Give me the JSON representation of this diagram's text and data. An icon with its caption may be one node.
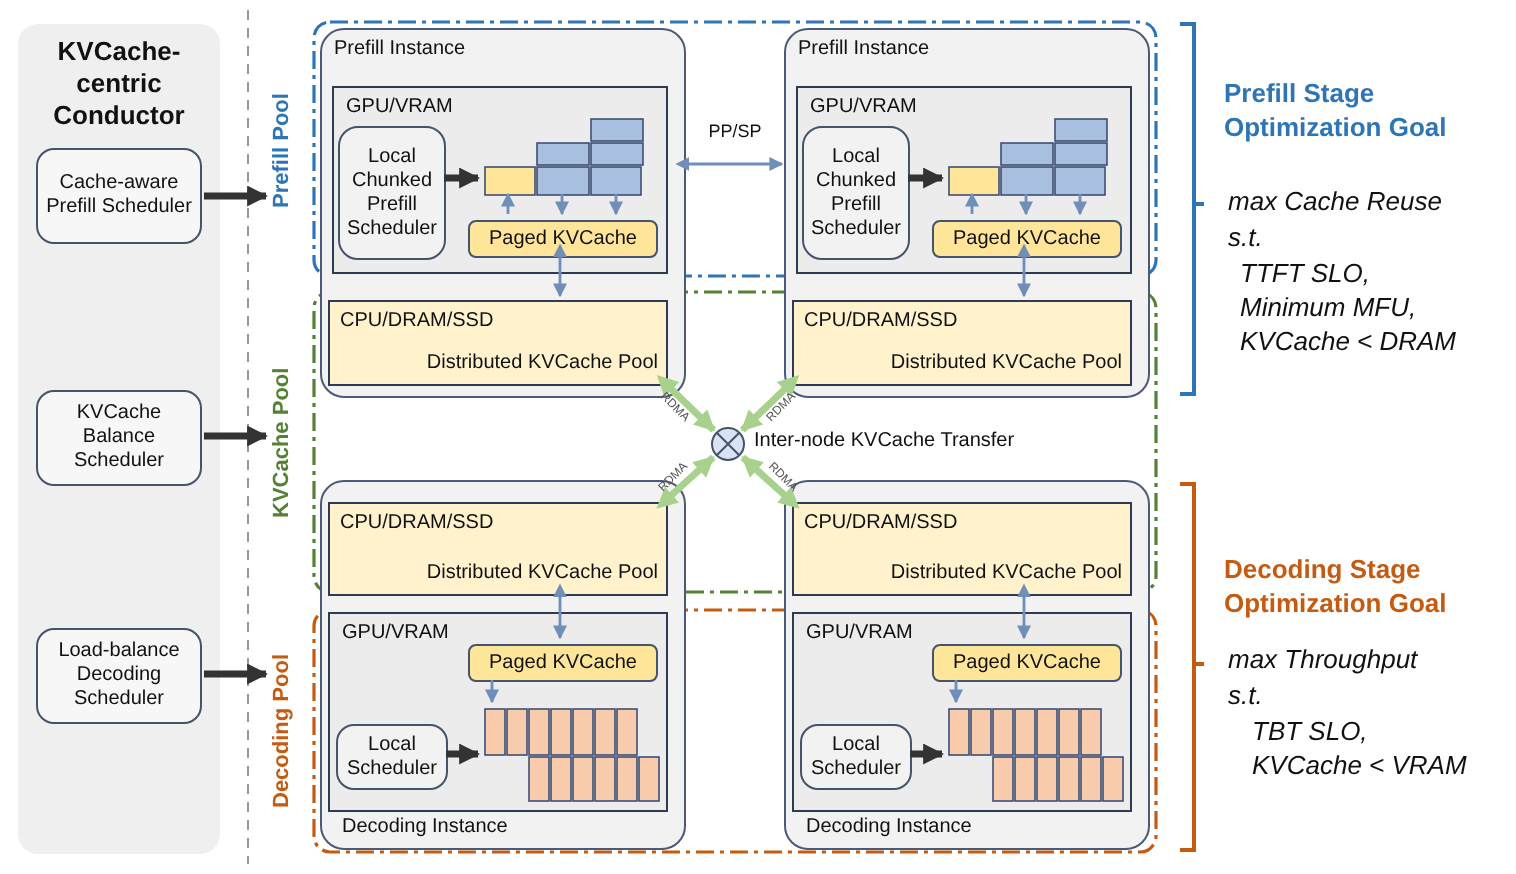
{
  "diagram": {
    "nodes": [
      {
        "text": [
          "KVCache-centric Conductor"
        ]
      },
      {
        "text": [
          "Cache-aware Prefill Scheduler"
        ],
        "in": 0
      },
      {
        "text": [
          "KVCache Balance Scheduler"
        ],
        "in": 0
      },
      {
        "text": [
          "Load-balance Decoding Scheduler"
        ],
        "in": 0
      },
      {
        "text": [
          "Prefill Instance"
        ]
      },
      {
        "text": [
          "GPU/VRAM"
        ],
        "in": 4
      },
      {
        "text": [
          "Local Chunked Prefill Scheduler"
        ],
        "in": 5
      },
      {
        "text": [],
        "shape": "box",
        "in": 5
      },
      {
        "text": [
          "Paged KVCache"
        ],
        "in": 5
      },
      {
        "text": [
          "CPU/DRAM/SSD",
          "Distributed KVCache Pool"
        ],
        "in": 4
      },
      {
        "text": [
          "Prefill Instance"
        ]
      },
      {
        "text": [
          "GPU/VRAM"
        ],
        "in": 10
      },
      {
        "text": [
          "Local Chunked Prefill Scheduler"
        ],
        "in": 11
      },
      {
        "text": [],
        "shape": "box",
        "in": 11
      },
      {
        "text": [
          "Paged KVCache"
        ],
        "in": 11
      },
      {
        "text": [
          "CPU/DRAM/SSD",
          "Distributed KVCache Pool"
        ],
        "in": 10
      },
      {
        "text": [],
        "shape": "circle",
        "beside": [
          "Inter-node KVCache Transfer"
        ]
      },
      {
        "text": [
          "Decoding Instance"
        ]
      },
      {
        "text": [
          "CPU/DRAM/SSD",
          "Distributed KVCache Pool"
        ],
        "in": 17
      },
      {
        "text": [
          "GPU/VRAM"
        ],
        "in": 17
      },
      {
        "text": [
          "Paged KVCache"
        ],
        "in": 19
      },
      {
        "text": [
          "Local Scheduler"
        ],
        "in": 19
      },
      {
        "text": [],
        "shape": "box",
        "in": 19
      },
      {
        "text": [
          "Decoding Instance"
        ]
      },
      {
        "text": [
          "CPU/DRAM/SSD",
          "Distributed KVCache Pool"
        ],
        "in": 23
      },
      {
        "text": [
          "GPU/VRAM"
        ],
        "in": 23
      },
      {
        "text": [
          "Paged KVCache"
        ],
        "in": 25
      },
      {
        "text": [
          "Local Scheduler"
        ],
        "in": 25
      },
      {
        "text": [],
        "shape": "box",
        "in": 25
      },
      {
        "text": [
          "Prefill Pool"
        ]
      },
      {
        "text": [
          "KVCache Pool"
        ]
      },
      {
        "text": [
          "Decoding Pool"
        ]
      }
    ],
    "edges": [
      {
        "from": 1,
        "to": 29,
        "arrow": "to",
        "style": "thick",
        "color": "#333333"
      },
      {
        "from": 2,
        "to": 30,
        "arrow": "to",
        "style": "thick",
        "color": "#333333"
      },
      {
        "from": 3,
        "to": 31,
        "arrow": "to",
        "style": "thick",
        "color": "#333333"
      },
      {
        "from": 4,
        "to": 10,
        "arrow": "both",
        "label": "PP/SP"
      },
      {
        "from": 6,
        "to": 7,
        "arrow": "to",
        "style": "thick",
        "color": "#333333"
      },
      {
        "from": 8,
        "to": 7,
        "arrow": "to"
      },
      {
        "from": 7,
        "to": 8,
        "arrow": "to"
      },
      {
        "from": 7,
        "to": 8,
        "arrow": "to"
      },
      {
        "from": 8,
        "to": 9,
        "arrow": "both"
      },
      {
        "from": 12,
        "to": 13,
        "arrow": "to",
        "style": "thick",
        "color": "#333333"
      },
      {
        "from": 14,
        "to": 13,
        "arrow": "to"
      },
      {
        "from": 13,
        "to": 14,
        "arrow": "to"
      },
      {
        "from": 13,
        "to": 14,
        "arrow": "to"
      },
      {
        "from": 14,
        "to": 15,
        "arrow": "both"
      },
      {
        "from": 9,
        "to": 16,
        "arrow": "both",
        "label": "RDMA",
        "style": "thick",
        "color": "#a9d18e"
      },
      {
        "from": 15,
        "to": 16,
        "arrow": "both",
        "label": "RDMA",
        "style": "thick",
        "color": "#a9d18e"
      },
      {
        "from": 18,
        "to": 16,
        "arrow": "both",
        "label": "RDMA",
        "style": "thick",
        "color": "#a9d18e"
      },
      {
        "from": 24,
        "to": 16,
        "arrow": "both",
        "label": "RDMA",
        "style": "thick",
        "color": "#a9d18e"
      },
      {
        "from": 18,
        "to": 20,
        "arrow": "both"
      },
      {
        "from": 20,
        "to": 22,
        "arrow": "to"
      },
      {
        "from": 21,
        "to": 22,
        "arrow": "to",
        "style": "thick",
        "color": "#333333"
      },
      {
        "from": 24,
        "to": 26,
        "arrow": "both"
      },
      {
        "from": 26,
        "to": 28,
        "arrow": "to"
      },
      {
        "from": 27,
        "to": 28,
        "arrow": "to",
        "style": "thick",
        "color": "#333333"
      }
    ],
    "labels": [
      "Prefill Stage Optimization Goal",
      "max Cache Reuse",
      "s.t.",
      "TTFT SLO,",
      "Minimum MFU,",
      "KVCache < DRAM",
      "Decoding Stage Optimization Goal",
      "max Throughput",
      "s.t.",
      "TBT SLO,",
      "KVCache < VRAM"
    ]
  }
}
